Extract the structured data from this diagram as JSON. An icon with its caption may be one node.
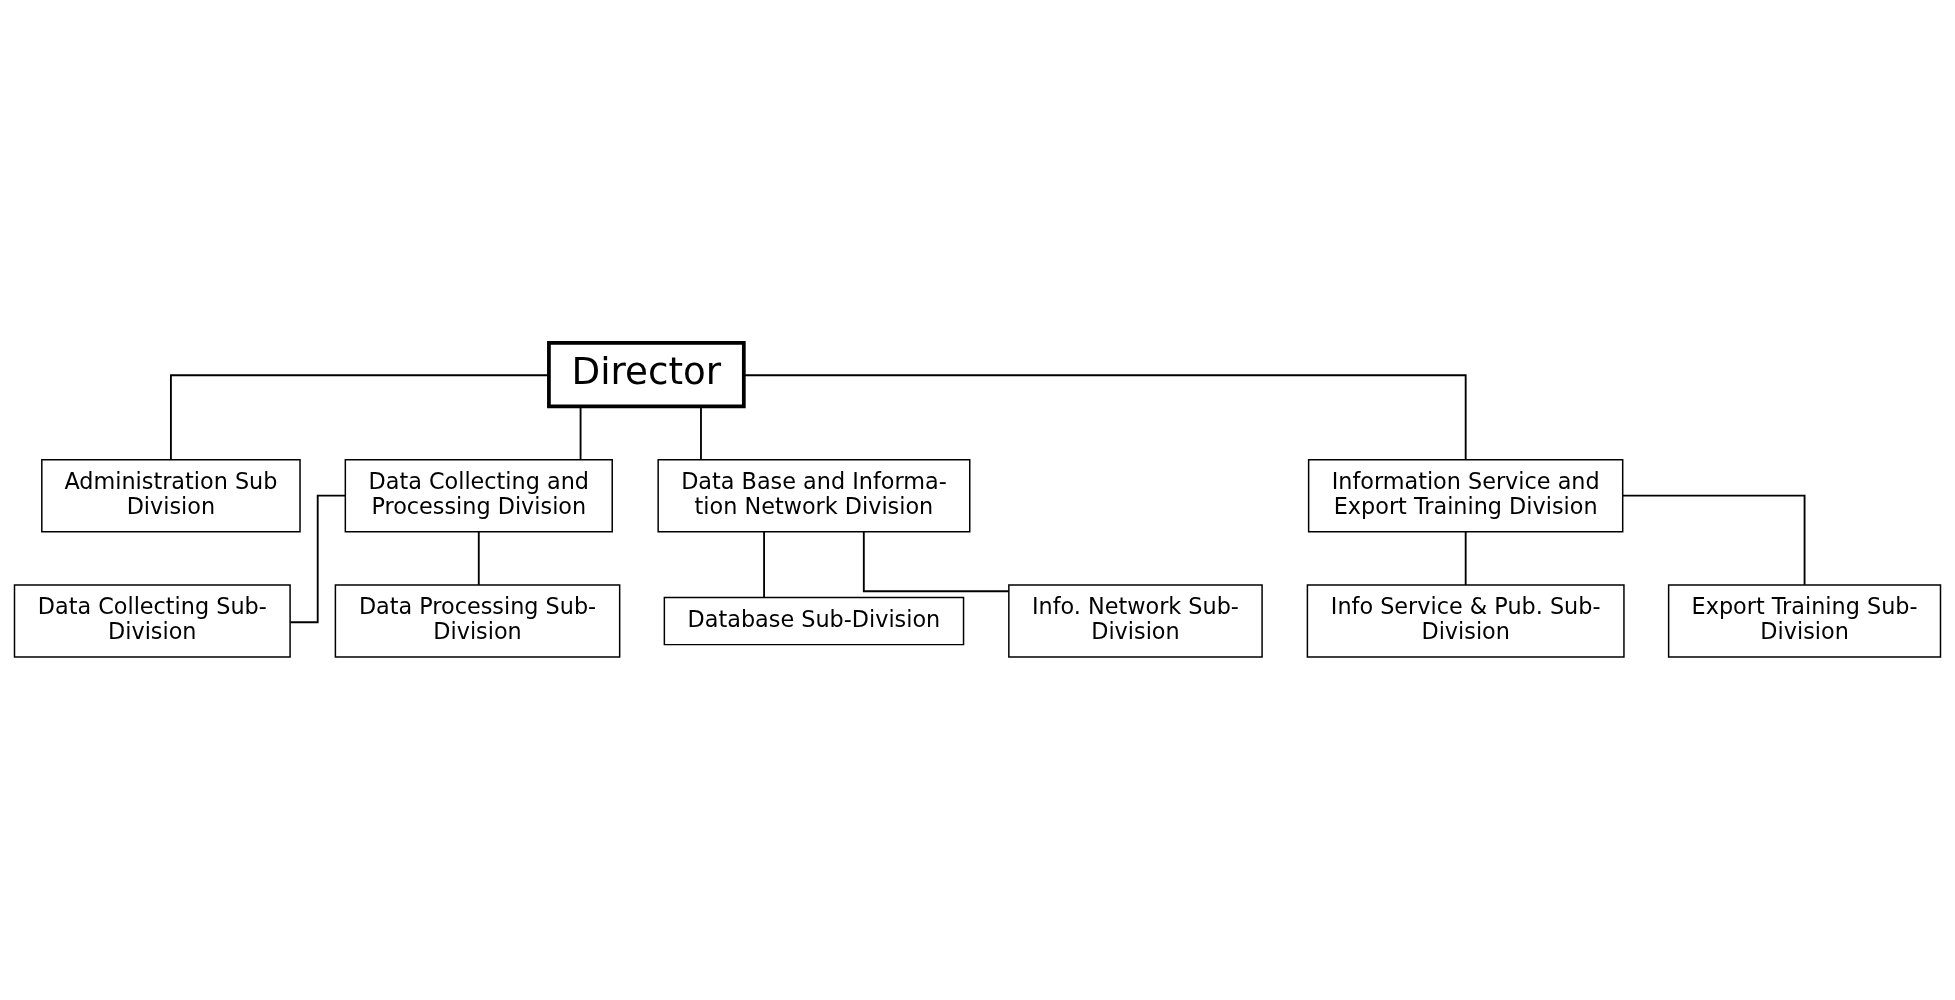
{
  "diagram": {
    "nodes": [
      {
        "text": [
          "Director"
        ]
      },
      {
        "text": [
          "Administration Sub Division"
        ]
      },
      {
        "text": [
          "Data Collecting and Processing Division"
        ]
      },
      {
        "text": [
          "Data Base and Informa- tion Network Division"
        ]
      },
      {
        "text": [
          "Information Service and Export Training Division"
        ]
      },
      {
        "text": [
          "Data Collecting Sub-Division"
        ]
      },
      {
        "text": [
          "Data Processing Sub-Division"
        ]
      },
      {
        "text": [
          "Database Sub-Division"
        ]
      },
      {
        "text": [
          "Info. Network Sub-Division"
        ]
      },
      {
        "text": [
          "Info Service & Pub. Sub-Division"
        ]
      },
      {
        "text": [
          "Export Training Sub-Division"
        ]
      }
    ],
    "edges": [
      {
        "from": 0,
        "to": 1,
        "arrow": "none"
      },
      {
        "from": 0,
        "to": 2,
        "arrow": "none"
      },
      {
        "from": 0,
        "to": 3,
        "arrow": "none"
      },
      {
        "from": 0,
        "to": 4,
        "arrow": "none"
      },
      {
        "from": 2,
        "to": 5,
        "arrow": "none"
      },
      {
        "from": 2,
        "to": 6,
        "arrow": "none"
      },
      {
        "from": 3,
        "to": 7,
        "arrow": "none"
      },
      {
        "from": 3,
        "to": 8,
        "arrow": "none"
      },
      {
        "from": 4,
        "to": 9,
        "arrow": "none"
      },
      {
        "from": 4,
        "to": 10,
        "arrow": "none"
      }
    ]
  }
}
